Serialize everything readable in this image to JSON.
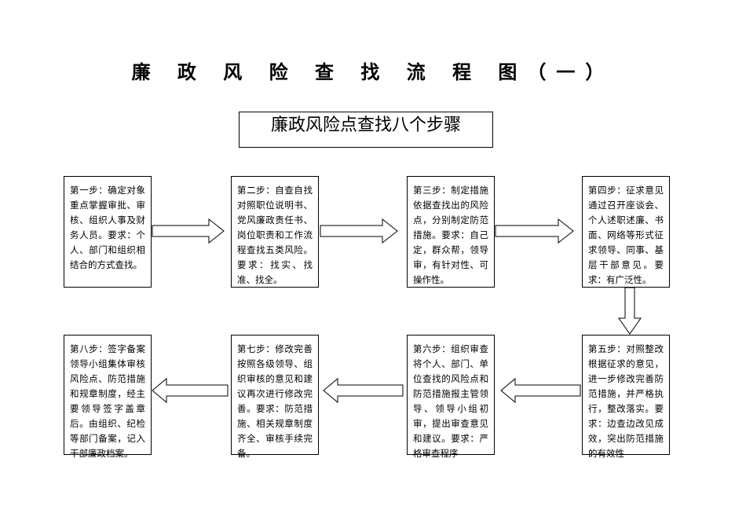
{
  "title": "廉 政 风 险 查 找 流 程 图（一）",
  "subtitle": "廉政风险点查找八个步骤",
  "steps": [
    "第一步：确定对象重点掌握审批、审核、组织人事及财务人员。要求：个人、部门和组织相结合的方式查找。",
    "第二步：自查自找对照职位说明书、党风廉政责任书、岗位职责和工作流程查找五类风险。要求：找实、找准、找全。",
    "第三步：制定措施依据查找出的风险点，分别制定防范措施。要求：自己定，群众帮，领导审，有针对性、可操作性。",
    "第四步：征求意见通过召开座谈会、个人述职述廉、书面、网络等形式征求领导、同事、基层干部意见。要求：有广泛性。",
    "第五步：对照整改根据征求的意见，进一步修改完善防范措施，并严格执行，整改落实。要求：边查边改见成效，突出防范措施的有效性",
    "第六步：组织审查将个人、部门、单位查找的风险点和防范措施报主管领导、领导小组初审，提出审查意见和建议。要求：严格审查程序",
    "第七步：修改完善按照各级领导、组织审核的意见和建议再次进行修改完善。要求：防范措施、相关规章制度齐全、审核手续完备。",
    "第八步：签字备案领导小组集体审核风险点、防范措施和规章制度，经主要领导签字盖章后。由组织、纪检等部门备案，记入干部廉政档案。"
  ]
}
